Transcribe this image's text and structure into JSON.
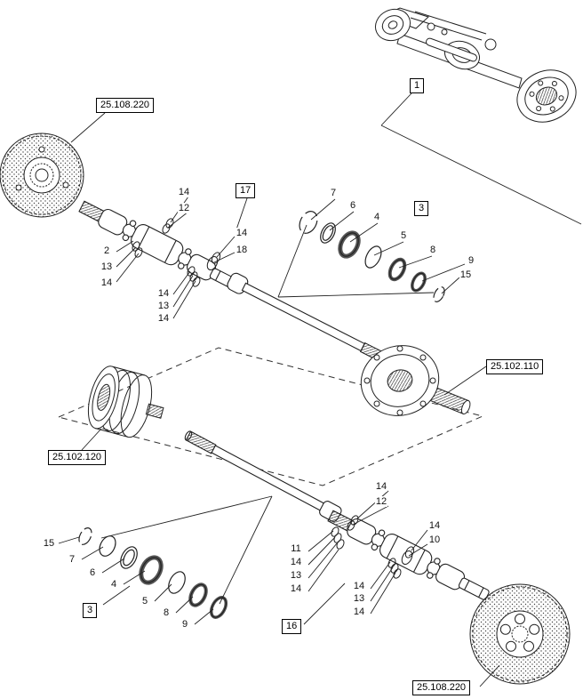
{
  "figure": {
    "description": "Front axle shaft and universal joint exploded parts diagram",
    "colors": {
      "line": "#222222",
      "text": "#111111",
      "background": "#ffffff"
    },
    "reference_boxes": [
      {
        "code": "25.108.220",
        "position": "top-left"
      },
      {
        "code": "1",
        "position": "top-right-assembly"
      },
      {
        "code": "17",
        "position": "upper-middle"
      },
      {
        "code": "3",
        "position": "upper-right-kit"
      },
      {
        "code": "25.102.110",
        "position": "middle-right"
      },
      {
        "code": "25.102.120",
        "position": "middle-left"
      },
      {
        "code": "3",
        "position": "lower-left-kit"
      },
      {
        "code": "16",
        "position": "lower-right"
      },
      {
        "code": "25.108.220",
        "position": "bottom-right"
      }
    ],
    "callouts": [
      {
        "label": "14"
      },
      {
        "label": "12"
      },
      {
        "label": "14"
      },
      {
        "label": "18"
      },
      {
        "label": "2"
      },
      {
        "label": "13"
      },
      {
        "label": "14"
      },
      {
        "label": "14"
      },
      {
        "label": "13"
      },
      {
        "label": "14"
      },
      {
        "label": "7"
      },
      {
        "label": "6"
      },
      {
        "label": "4"
      },
      {
        "label": "5"
      },
      {
        "label": "8"
      },
      {
        "label": "9"
      },
      {
        "label": "15"
      },
      {
        "label": "15"
      },
      {
        "label": "7"
      },
      {
        "label": "6"
      },
      {
        "label": "4"
      },
      {
        "label": "5"
      },
      {
        "label": "8"
      },
      {
        "label": "9"
      },
      {
        "label": "14"
      },
      {
        "label": "12"
      },
      {
        "label": "14"
      },
      {
        "label": "10"
      },
      {
        "label": "11"
      },
      {
        "label": "14"
      },
      {
        "label": "13"
      },
      {
        "label": "14"
      },
      {
        "label": "14"
      },
      {
        "label": "13"
      },
      {
        "label": "14"
      }
    ]
  }
}
